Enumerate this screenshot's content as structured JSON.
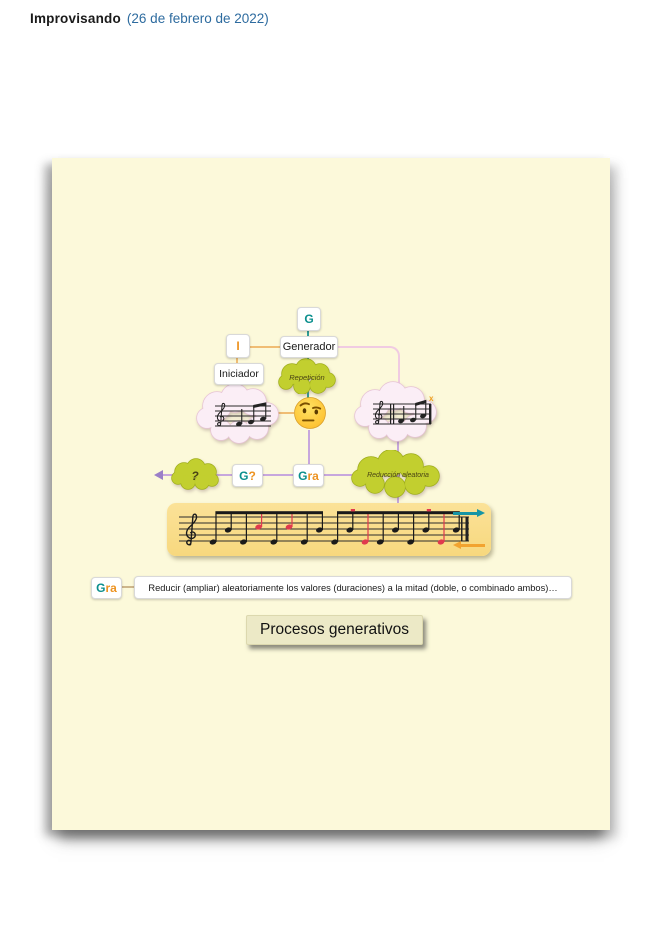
{
  "header": {
    "title": "Improvisando",
    "date": "(26 de febrero de 2022)"
  },
  "nodes": {
    "g": "G",
    "generador": "Generador",
    "i": "I",
    "iniciador": "Iniciador",
    "repeticion": "Repetición",
    "question": "?",
    "gq_g": "G",
    "gq_q": "?",
    "gra_g": "G",
    "gra_ra": "ra",
    "reduccion": "Reducción aleatoria",
    "x_marker": "x",
    "emoji_name": "face-with-raised-eyebrow"
  },
  "definition": {
    "gra_g": "G",
    "gra_ra": "ra",
    "text": "Reducir (ampliar) aleatoriamente los valores (duraciones) a la mitad (doble, o combinado ambos)…"
  },
  "footer": {
    "label": "Procesos generativos"
  },
  "staff": {
    "note_count": 17,
    "pattern": [
      "low",
      "mid",
      "low",
      "high-red",
      "low",
      "high-red",
      "low",
      "mid",
      "low",
      "mid",
      "low-red",
      "low",
      "mid",
      "low",
      "mid",
      "low-red",
      "mid"
    ],
    "red_tick_indices": [
      9,
      14
    ]
  },
  "colors": {
    "teal": "#0b8f8d",
    "orange": "#ed9321",
    "purple_line": "#c7a7dd",
    "pink_line": "#f0cbe2",
    "orange_line": "#f0bd74",
    "teal_line": "#2f9d97",
    "green_cloud": "#c2cf2f",
    "pink_cloud": "#fbeef6",
    "card_bg": "#fcf9da",
    "music_box_bg": "#f9dd8b",
    "red_note": "#e03a4e",
    "date_text": "#2d6b9f"
  }
}
